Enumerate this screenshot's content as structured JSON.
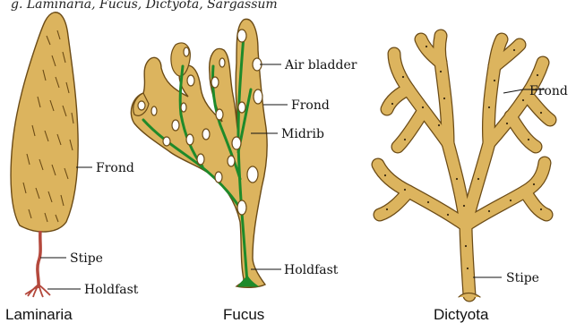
{
  "header_fragment": "g. Laminaria, Fucus, Dictyota, Sargassum",
  "colors": {
    "thallus_fill": "#dcb45e",
    "thallus_stroke": "#6b4b16",
    "midrib": "#1e8a2a",
    "stipe_laminaria": "#b4483c"
  },
  "specimens": {
    "laminaria": {
      "name": "Laminaria",
      "labels": {
        "frond": "Frond",
        "stipe": "Stipe",
        "holdfast": "Holdfast"
      }
    },
    "fucus": {
      "name": "Fucus",
      "labels": {
        "air_bladder": "Air bladder",
        "frond": "Frond",
        "midrib": "Midrib",
        "holdfast": "Holdfast"
      }
    },
    "dictyota": {
      "name": "Dictyota",
      "labels": {
        "frond": "Frond",
        "stipe": "Stipe"
      }
    }
  }
}
